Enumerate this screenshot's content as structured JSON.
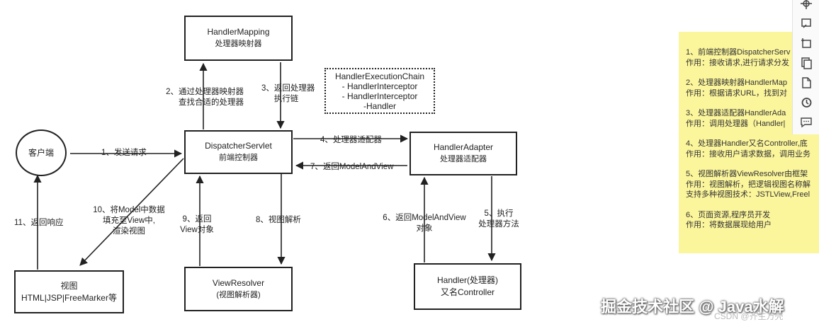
{
  "diagram": {
    "client": "客户端",
    "handler_mapping": {
      "title": "HandlerMapping",
      "subtitle": "处理器映射器"
    },
    "dispatcher": {
      "title": "DispatcherServlet",
      "subtitle": "前端控制器"
    },
    "execution_chain": {
      "title": "HandlerExecutionChain",
      "line1": "- HandlerInterceptor",
      "line2": "- HandlerInterceptor",
      "line3": "-Handler"
    },
    "handler_adapter": {
      "title": "HandlerAdapter",
      "subtitle": "处理器适配器"
    },
    "view_resolver": {
      "title": "ViewResolver",
      "subtitle": "(视图解析器)"
    },
    "view": {
      "title": "视图",
      "subtitle": "HTML|JSP|FreeMarker等"
    },
    "handler": {
      "title": "Handler(处理器)",
      "subtitle": "又名Controller"
    },
    "steps": {
      "s1": "1、发送请求",
      "s2_line1": "2、通过处理器映射器",
      "s2_line2": "查找合适的处理器",
      "s3_line1": "3、返回处理器",
      "s3_line2": "执行链",
      "s4": "4、处理器适配器",
      "s5_line1": "5、执行",
      "s5_line2": "处理器方法",
      "s6_line1": "6、返回ModelAndView",
      "s6_line2": "对象",
      "s7": "7、返回ModelAndView",
      "s8": "8、视图解析",
      "s9_line1": "9、返回",
      "s9_line2": "View对象",
      "s10_line1": "10、将Model中数据",
      "s10_line2": "填充至View中,",
      "s10_line3": "渲染视图",
      "s11": "11、返回响应"
    }
  },
  "note": {
    "items": [
      {
        "title": "1、前端控制器DispatcherServ",
        "desc": "作用：接收请求,进行请求分发"
      },
      {
        "title": "2、处理器映射器HandlerMap",
        "desc": "作用：根据请求URL，找到对"
      },
      {
        "title": "3、处理器适配器HandlerAda",
        "desc": "作用：调用处理器（Handler|"
      },
      {
        "title": "4、处理器Handler又名Controller,底",
        "desc": "作用：接收用户请求数据，调用业务"
      },
      {
        "title": "5、视图解析器ViewResolver由框架",
        "desc": "作用：视图解析，把逻辑视图名称解",
        "extra": "支持多种视图技术：JSTLView,Freel"
      },
      {
        "title": "6、页面资源,程序员开发",
        "desc": "作用：将数据展现给用户"
      }
    ]
  },
  "toolbar": {
    "icons": [
      "pin-icon",
      "crop-icon",
      "clip-icon",
      "copy-icon",
      "document-icon",
      "history-icon",
      "comment-icon"
    ]
  },
  "watermark": {
    "main": "掘金技术社区 @ Java水解",
    "sub": "CSDN @齐生万壳"
  }
}
